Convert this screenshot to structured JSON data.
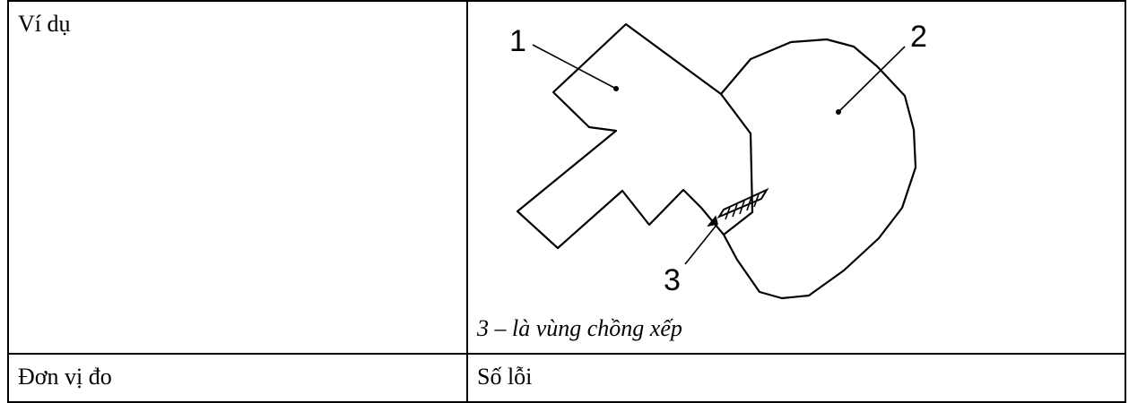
{
  "rows": [
    {
      "label": "Ví dụ"
    },
    {
      "label": "Đơn vị đo",
      "value": "Số lỗi"
    }
  ],
  "figure": {
    "labels": [
      "1",
      "2",
      "3"
    ],
    "caption": "3 – là vùng chồng xếp"
  }
}
